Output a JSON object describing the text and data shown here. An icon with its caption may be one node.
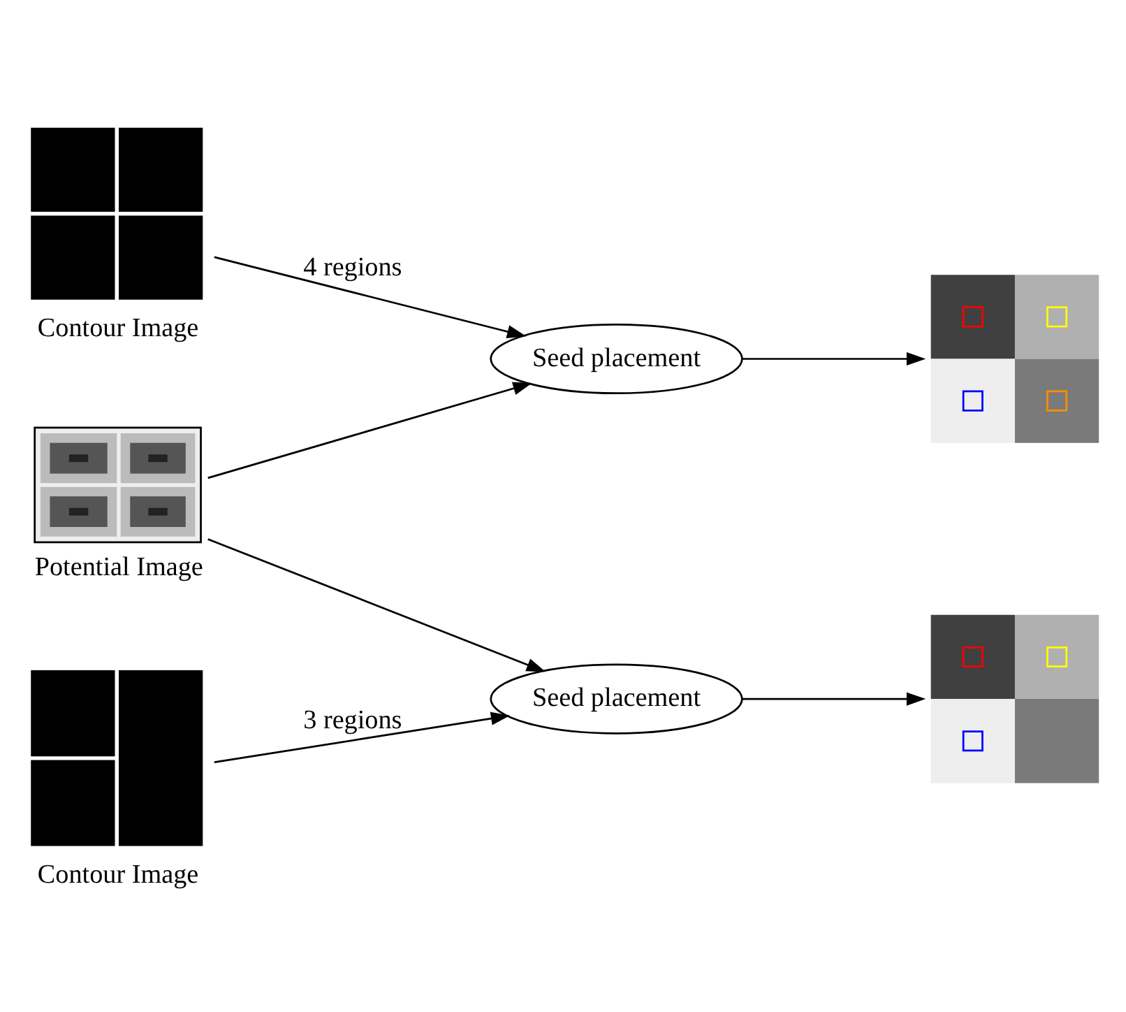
{
  "diagram": {
    "nodes": [
      {
        "text": [
          "Contour Image"
        ]
      },
      {
        "text": [
          "Potential Image"
        ]
      },
      {
        "text": [
          "Contour Image"
        ]
      },
      {
        "text": [
          "Seed placement"
        ]
      },
      {
        "text": [
          "Seed placement"
        ]
      },
      {
        "text": [],
        "shape": "picture"
      },
      {
        "text": [],
        "shape": "picture"
      }
    ],
    "edges": [
      {
        "from": 0,
        "to": 3,
        "arrow": "to",
        "label": "4 regions"
      },
      {
        "from": 1,
        "to": 3,
        "arrow": "to"
      },
      {
        "from": 1,
        "to": 4,
        "arrow": "to"
      },
      {
        "from": 2,
        "to": 4,
        "arrow": "to",
        "label": "3 regions"
      },
      {
        "from": 3,
        "to": 5,
        "arrow": "to"
      },
      {
        "from": 4,
        "to": 6,
        "arrow": "to"
      }
    ]
  }
}
